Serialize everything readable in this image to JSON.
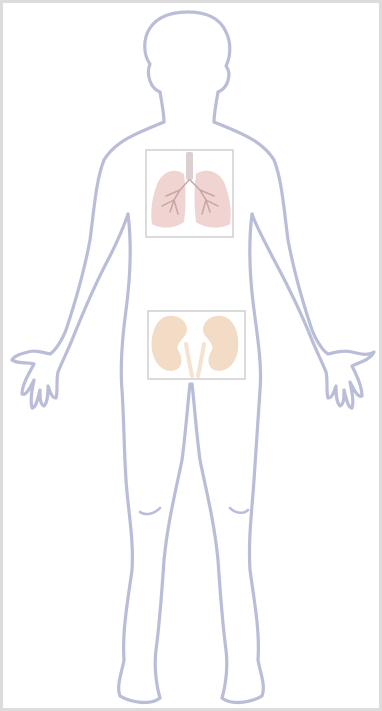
{
  "figure": {
    "type": "human-body-outline",
    "view": "front",
    "colors": {
      "outline": "#b9bdd8",
      "frame": "#dcdcdc",
      "organ_box_border": "#cfcfcf",
      "lungs": "#f0d4d2",
      "lung_vessels": "#c9a5a3",
      "trachea": "#dccfcf",
      "kidneys": "#f3dcc5",
      "ureters": "#f5e3d2"
    }
  },
  "organs": [
    {
      "id": "lungs",
      "icon": "lungs-icon"
    },
    {
      "id": "kidneys",
      "icon": "kidneys-icon"
    }
  ]
}
